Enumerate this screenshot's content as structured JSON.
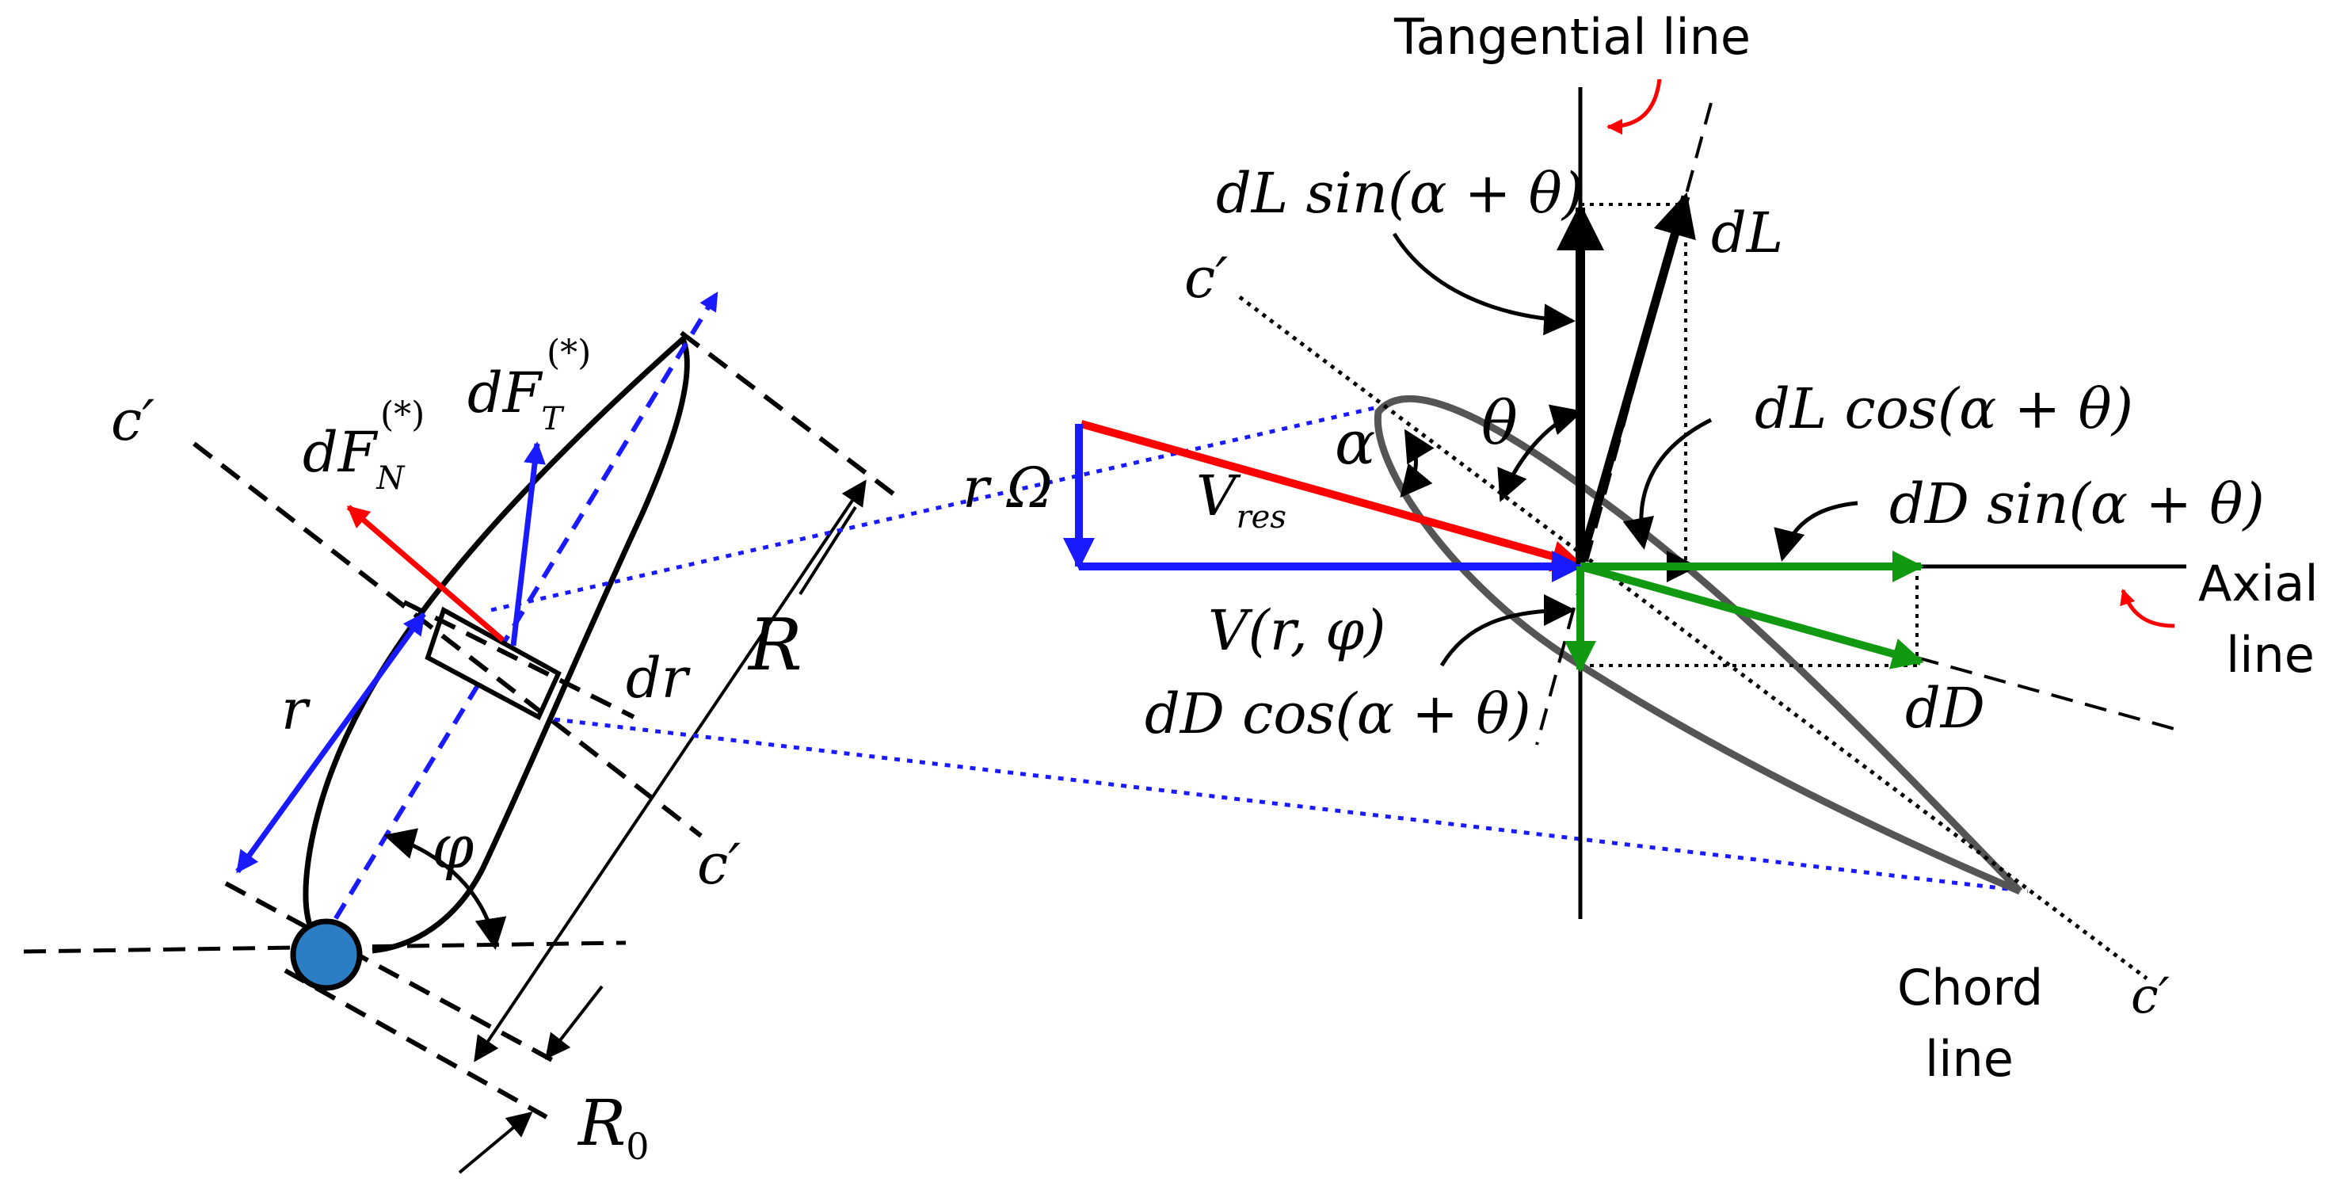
{
  "labels": {
    "tangential_line": "Tangential line",
    "axial_line_1": "Axial",
    "axial_line_2": "line",
    "chord_line_1": "Chord",
    "chord_line_2": "line",
    "c_prime": "c′",
    "dFN": "dF",
    "dFN_sub": "N",
    "dFT": "dF",
    "dFT_sub": "T",
    "star": "(*)",
    "r": "r",
    "dr": "dr",
    "R": "R",
    "R0": "R",
    "R0_sub": "0",
    "phi": "φ",
    "r_omega": "r Ω",
    "v_res": "V",
    "v_res_sub": "res",
    "v_r_phi": "V(r, φ)",
    "alpha": "α",
    "theta": "θ",
    "dL": "dL",
    "dD": "dD",
    "dL_sin": "dL sin(α + θ)",
    "dL_cos": "dL cos(α + θ)",
    "dD_sin": "dD sin(α + θ)",
    "dD_cos": "dD cos(α + θ)"
  },
  "colors": {
    "red": "#ff0000",
    "blue": "#1a1aff",
    "green": "#119911",
    "hub": "#2b7dc4",
    "black": "#000000"
  }
}
